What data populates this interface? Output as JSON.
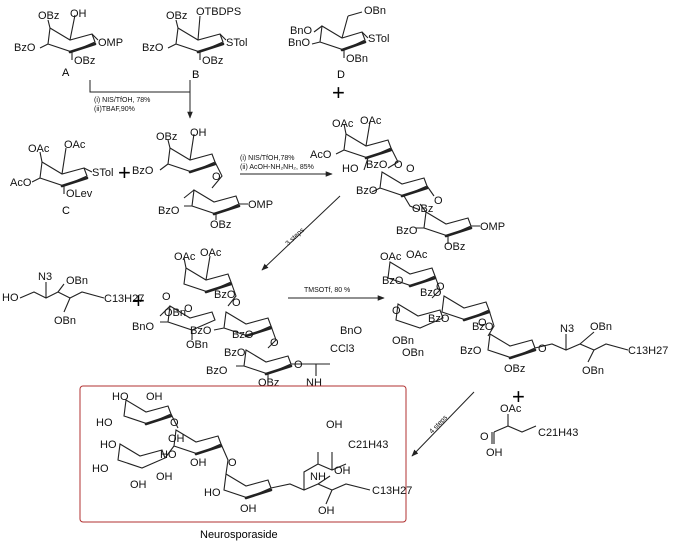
{
  "compounds": {
    "A": {
      "label": "A",
      "groups": [
        "OBz",
        "OH",
        "BzO",
        "OMP",
        "OBz"
      ]
    },
    "B": {
      "label": "B",
      "groups": [
        "OBz",
        "OTBDPS",
        "BzO",
        "STol",
        "OBz"
      ]
    },
    "D": {
      "label": "D",
      "groups": [
        "OBn",
        "BnO",
        "BnO",
        "STol",
        "OBn"
      ]
    },
    "C": {
      "label": "C",
      "groups": [
        "OAc",
        "OAc",
        "AcO",
        "STol",
        "OLev"
      ]
    },
    "disaccharide": {
      "groups": [
        "OBz",
        "OH",
        "BzO",
        "O",
        "BzO",
        "OBz",
        "OMP"
      ]
    },
    "trisaccharide": {
      "groups": [
        "OAc",
        "OAc",
        "AcO",
        "O",
        "HO",
        "BzO",
        "O",
        "BzO",
        "BzO",
        "OBz",
        "O",
        "OMP",
        "OBz"
      ]
    },
    "sphingosine": {
      "groups": [
        "HO",
        "N3",
        "OBn",
        "OBn",
        "C13H27"
      ]
    },
    "imidate": {
      "groups": [
        "OAc",
        "OAc",
        "BzO",
        "O",
        "O",
        "BnO",
        "O",
        "BzO",
        "BzO",
        "OBn",
        "OBn",
        "O",
        "BzO",
        "BzO",
        "O",
        "CCl3",
        "OBz",
        "NH"
      ]
    },
    "glycolipid": {
      "groups": [
        "OAc",
        "OAc",
        "BzO",
        "BzO",
        "O",
        "BnO",
        "O",
        "BzO",
        "O",
        "BzO",
        "OBn",
        "OBn",
        "O",
        "N3",
        "OBn",
        "C13H27",
        "BzO",
        "OBz",
        "OBn"
      ]
    },
    "acid": {
      "groups": [
        "OAc",
        "O",
        "C21H43",
        "OH"
      ]
    },
    "product": {
      "label": "Neurosporaside",
      "groups": [
        "HO",
        "OH",
        "O",
        "O",
        "HO",
        "HO",
        "OH",
        "HO",
        "OH",
        "HO",
        "OH",
        "OH",
        "OH",
        "C21H43",
        "NH",
        "OH",
        "C13H27",
        "OH",
        "HO",
        "OH"
      ]
    }
  },
  "conditions": {
    "step1": {
      "line1": "(i) NIS/TfOH, 78%",
      "line2": "(ii)TBAF,90%"
    },
    "step2": {
      "line1": "(i) NIS/TfOH,78%",
      "line2": "(ii) AcOH-NH₂NH₂, 85%"
    },
    "step3": {
      "line1": "3 steps"
    },
    "step4": {
      "line1": "TMSOTf, 80 %"
    },
    "step5": {
      "line1": "4 steps"
    }
  },
  "plus_signs": [
    "+",
    "+",
    "+",
    "+"
  ],
  "colors": {
    "bond": "#222222",
    "product_box": "#b03030",
    "background": "#ffffff"
  }
}
